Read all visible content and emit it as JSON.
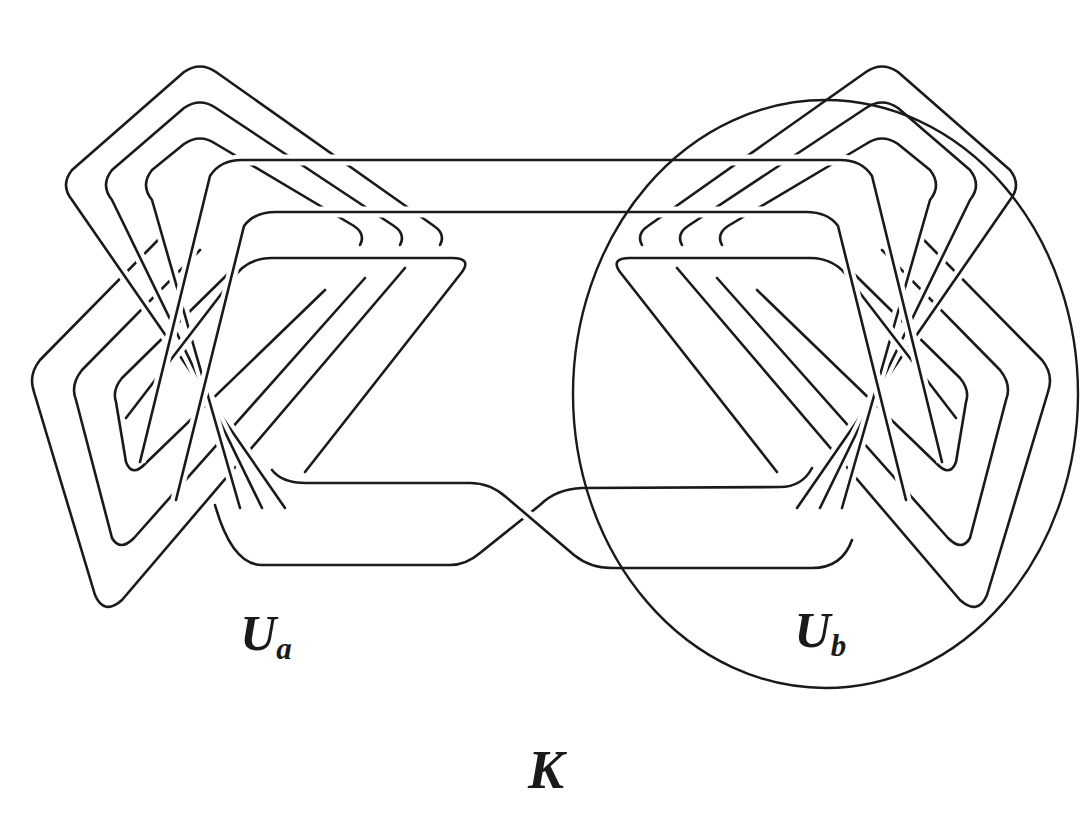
{
  "diagram": {
    "nodes": [
      {
        "text": [
          "Ub"
        ]
      }
    ],
    "labels": [
      "Ua",
      "K"
    ]
  }
}
